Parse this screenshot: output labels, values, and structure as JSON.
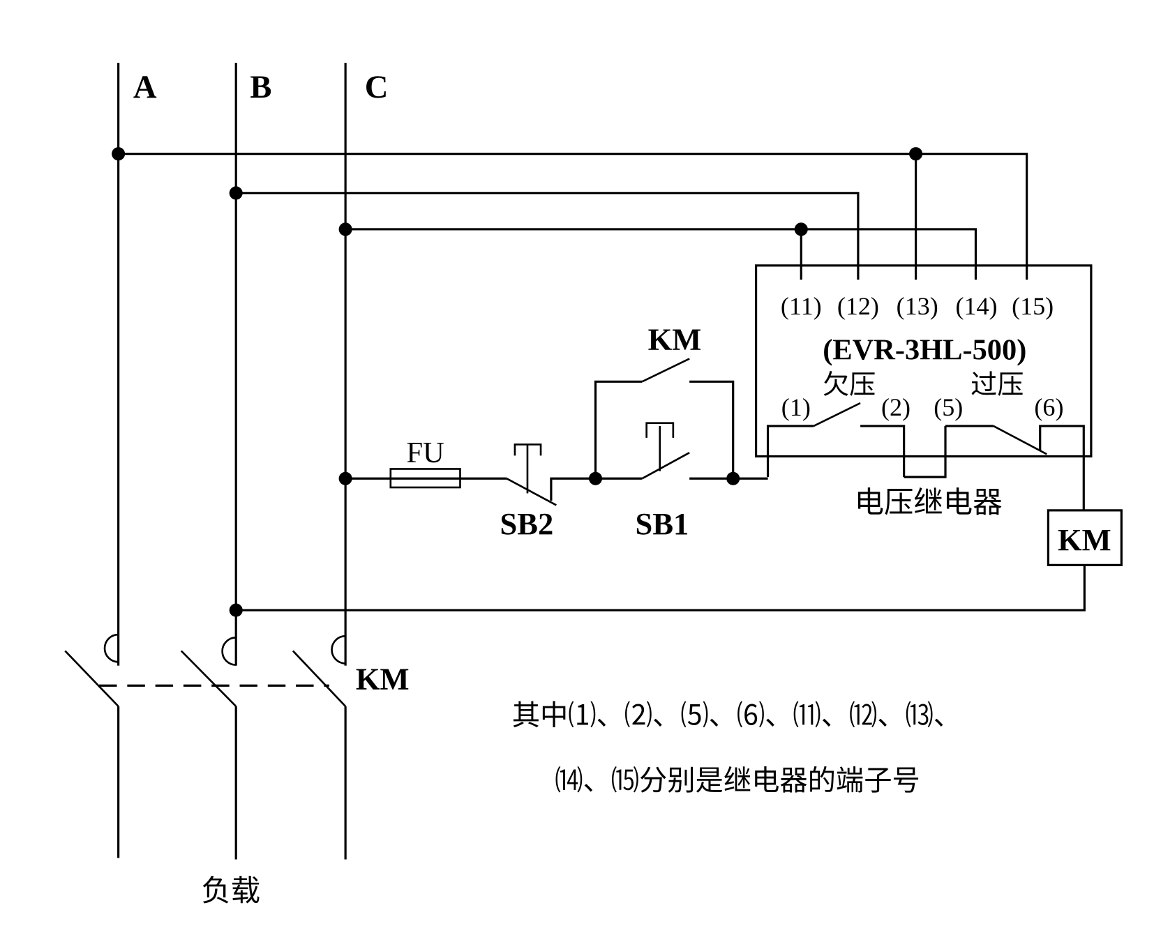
{
  "diagram": {
    "title": "Voltage relay (under/over-voltage) protection control circuit",
    "phases": [
      {
        "id": "A",
        "label": "A"
      },
      {
        "id": "B",
        "label": "B"
      },
      {
        "id": "C",
        "label": "C"
      }
    ],
    "relay": {
      "name_label": "电压继电器",
      "model_label": "(EVR-3HL-500)",
      "input_terminals": [
        {
          "label": "(11)",
          "connects_to": "C"
        },
        {
          "label": "(12)",
          "connects_to": "B"
        },
        {
          "label": "(13)",
          "connects_to": "A"
        },
        {
          "label": "(14)",
          "connects_to": "C"
        },
        {
          "label": "(15)",
          "connects_to": "A"
        }
      ],
      "contacts": [
        {
          "name": "undervoltage",
          "label": "欠压",
          "terminals": [
            "(1)",
            "(2)"
          ],
          "type": "normally-open"
        },
        {
          "name": "overvoltage",
          "label": "过压",
          "terminals": [
            "(5)",
            "(6)"
          ],
          "type": "normally-closed"
        }
      ]
    },
    "components": {
      "fuse": {
        "label": "FU"
      },
      "stop_button": {
        "label": "SB2",
        "type": "normally-closed pushbutton"
      },
      "start_button": {
        "label": "SB1",
        "type": "normally-open pushbutton"
      },
      "hold_contact": {
        "label": "KM",
        "type": "normally-open auxiliary contact"
      },
      "coil": {
        "label": "KM"
      },
      "main_contacts": {
        "label": "KM",
        "poles": 3
      }
    },
    "load_label": "负载",
    "note_lines": [
      "其中⑴、⑵、⑸、⑹、⑾、⑿、⒀、",
      "⒁、⒂分别是继电器的端子号"
    ]
  }
}
